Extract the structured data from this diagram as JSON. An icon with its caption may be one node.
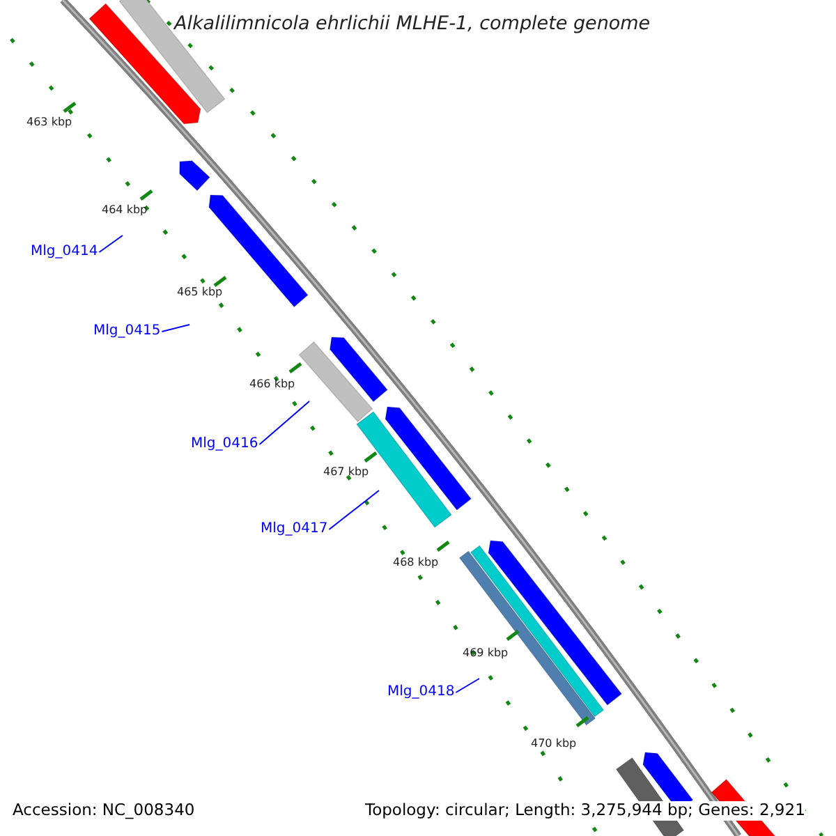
{
  "diagram": {
    "title": "Alkalilimnicola ehrlichii MLHE-1, complete genome",
    "nodes": [
      {
        "text": [
          "Mlg_0414"
        ]
      },
      {
        "text": [
          "Mlg_0415"
        ]
      },
      {
        "text": [
          "Mlg_0416"
        ]
      },
      {
        "text": [
          "Mlg_0417"
        ]
      },
      {
        "text": [
          "Mlg_0418"
        ]
      }
    ],
    "edges": [
      {
        "from": 0,
        "to": null,
        "arrow": "none"
      },
      {
        "from": 1,
        "to": null,
        "arrow": "none"
      },
      {
        "from": 2,
        "to": null,
        "arrow": "none"
      },
      {
        "from": 3,
        "to": null,
        "arrow": "none"
      },
      {
        "from": 4,
        "to": null,
        "arrow": "none"
      }
    ],
    "labels": [
      "463 kbp",
      "464 kbp",
      "465 kbp",
      "466 kbp",
      "467 kbp",
      "468 kbp",
      "469 kbp",
      "470 kbp",
      "Accession: NC_008340",
      "Topology: circular; Length: 3,275,944 bp; Genes: 2,921"
    ]
  }
}
